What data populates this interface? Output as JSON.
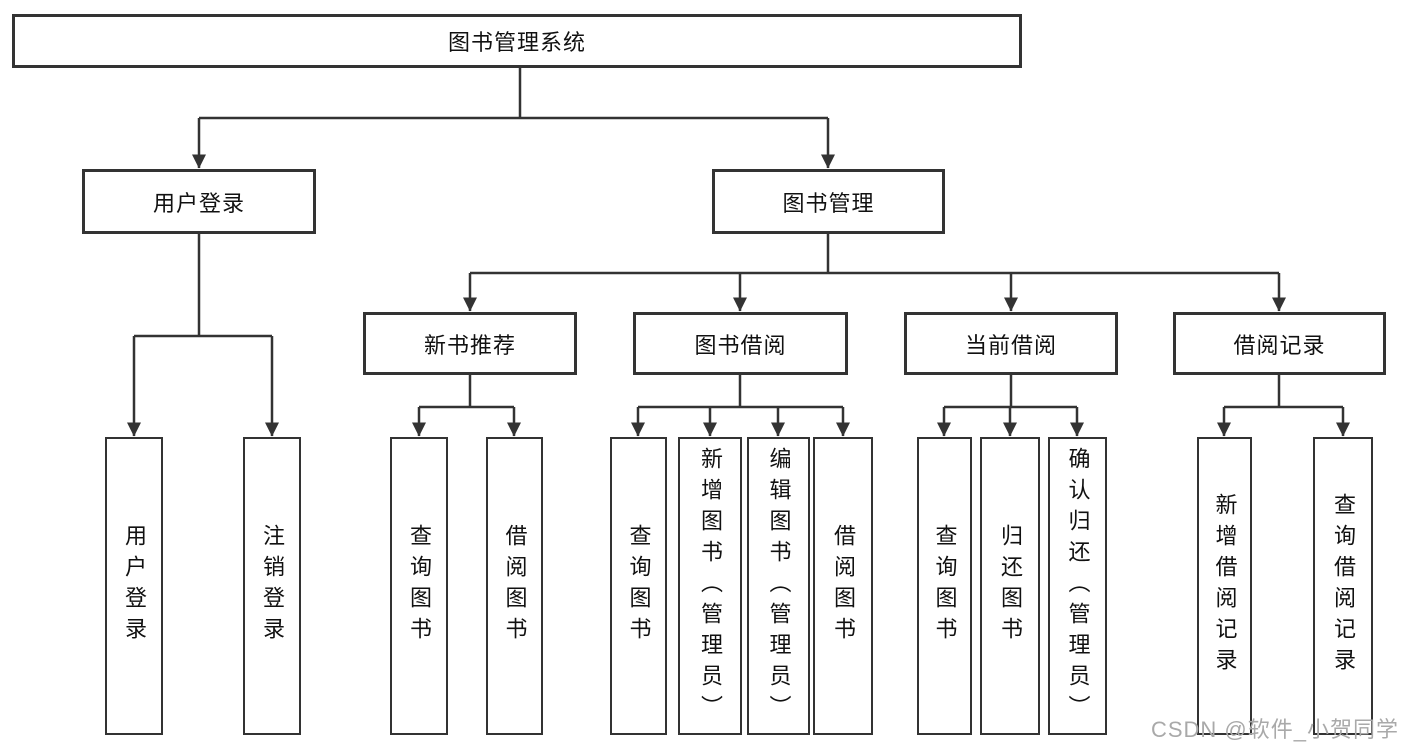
{
  "colors": {
    "line": "#333333",
    "text": "#111111",
    "box_background": "#ffffff",
    "page_background": "#ffffff",
    "watermark": "#a9a9a9"
  },
  "diagram": {
    "type": "hierarchy-tree",
    "nodes": {
      "root": {
        "label": "图书管理系统"
      },
      "user_login": {
        "label": "用户登录"
      },
      "book_mgmt": {
        "label": "图书管理"
      },
      "new_book_rec": {
        "label": "新书推荐"
      },
      "book_borrow": {
        "label": "图书借阅"
      },
      "current_borrow": {
        "label": "当前借阅"
      },
      "borrow_record": {
        "label": "借阅记录"
      },
      "login": {
        "label": "用户登录"
      },
      "logout": {
        "label": "注销登录"
      },
      "query_book_1": {
        "label": "查询图书"
      },
      "borrow_book_1": {
        "label": "借阅图书"
      },
      "query_book_2": {
        "label": "查询图书"
      },
      "add_book": {
        "label": "新增图书（管理员）"
      },
      "edit_book": {
        "label": "编辑图书（管理员）"
      },
      "borrow_book_2": {
        "label": "借阅图书"
      },
      "query_book_3": {
        "label": "查询图书"
      },
      "return_book": {
        "label": "归还图书"
      },
      "confirm_return": {
        "label": "确认归还（管理员）"
      },
      "add_borrow_record": {
        "label": "新增借阅记录"
      },
      "query_borrow_record": {
        "label": "查询借阅记录"
      }
    },
    "hierarchy": {
      "图书管理系统": [
        "用户登录",
        "图书管理"
      ],
      "用户登录": [
        "用户登录",
        "注销登录"
      ],
      "图书管理": [
        "新书推荐",
        "图书借阅",
        "当前借阅",
        "借阅记录"
      ],
      "新书推荐": [
        "查询图书",
        "借阅图书"
      ],
      "图书借阅": [
        "查询图书",
        "新增图书（管理员）",
        "编辑图书（管理员）",
        "借阅图书"
      ],
      "当前借阅": [
        "查询图书",
        "归还图书",
        "确认归还（管理员）"
      ],
      "借阅记录": [
        "新增借阅记录",
        "查询借阅记录"
      ]
    }
  },
  "watermark": {
    "text": "CSDN @软件_小贺同学"
  }
}
